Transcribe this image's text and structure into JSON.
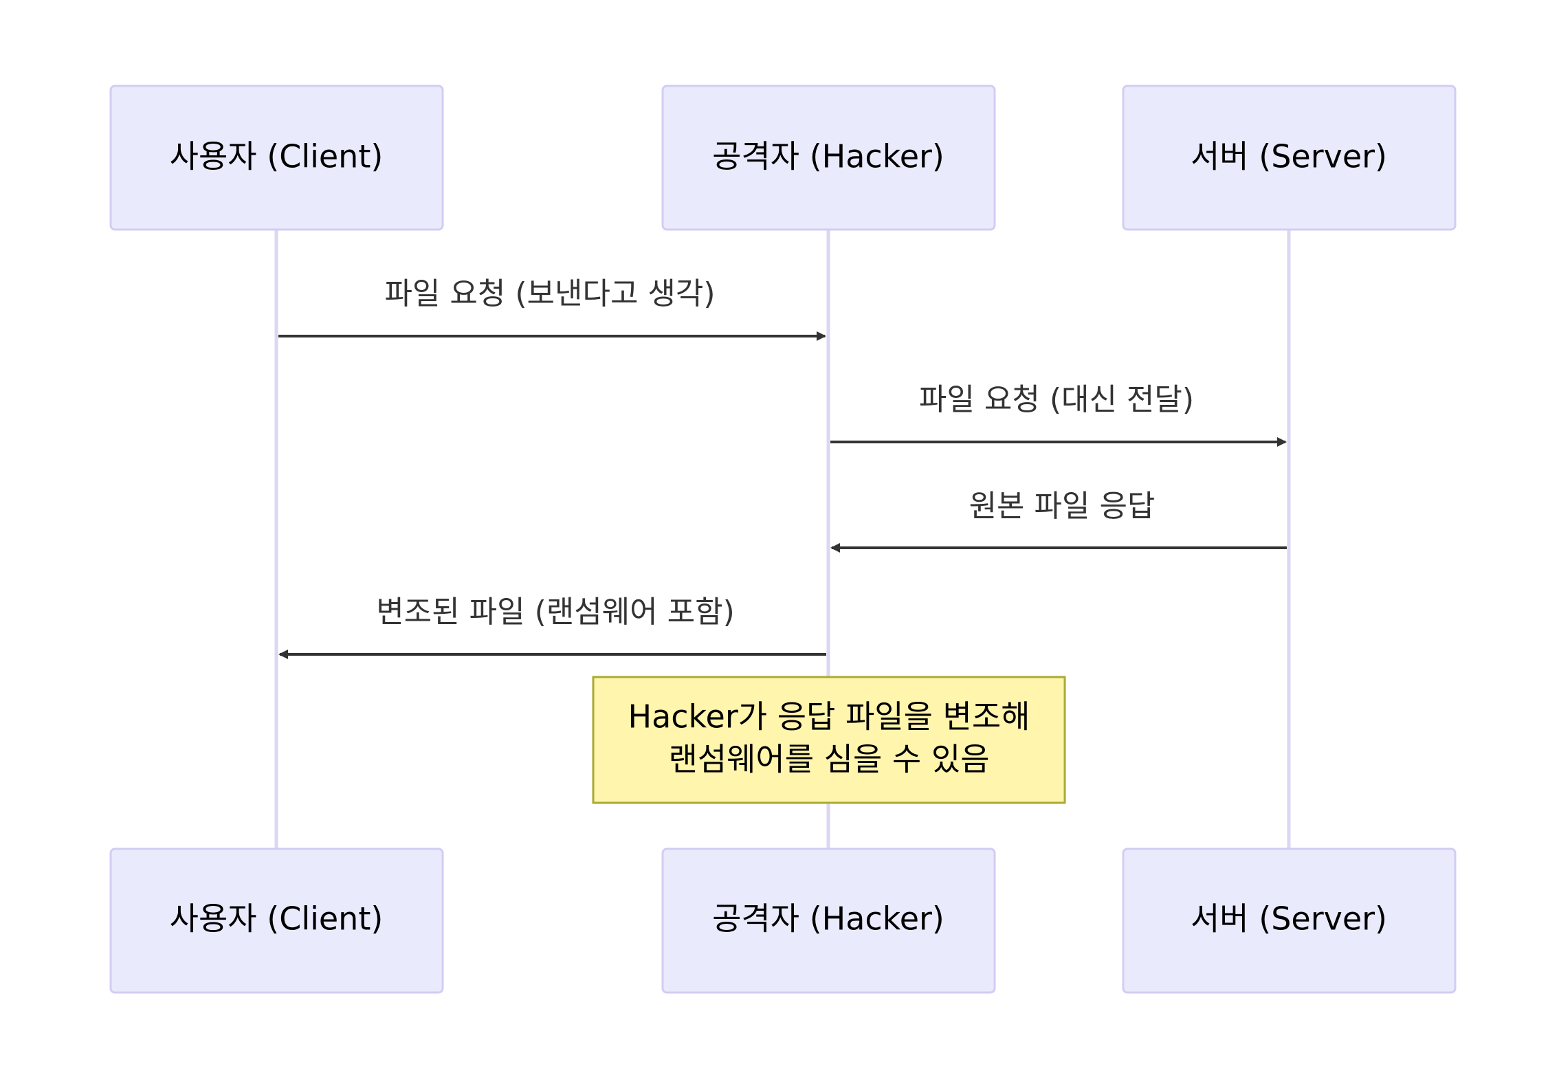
{
  "participants": [
    {
      "id": "client",
      "label": "사용자 (Client)"
    },
    {
      "id": "hacker",
      "label": "공격자 (Hacker)"
    },
    {
      "id": "server",
      "label": "서버 (Server)"
    }
  ],
  "messages": [
    {
      "from": "client",
      "to": "hacker",
      "label": "파일 요청 (보낸다고 생각)"
    },
    {
      "from": "hacker",
      "to": "server",
      "label": "파일 요청 (대신 전달)"
    },
    {
      "from": "server",
      "to": "hacker",
      "label": "원본 파일 응답"
    },
    {
      "from": "hacker",
      "to": "client",
      "label": "변조된 파일 (랜섬웨어 포함)"
    }
  ],
  "note": {
    "over": "hacker",
    "lines": [
      "Hacker가 응답 파일을 변조해",
      "랜섬웨어를 심을 수 있음"
    ]
  },
  "colors": {
    "actor_fill": "#EAEAFD",
    "actor_stroke": "#D3CCF3",
    "lifeline": "#DDD6F3",
    "arrow": "#333333",
    "note_fill": "#FFF5AD",
    "note_stroke": "#AAAA33"
  }
}
